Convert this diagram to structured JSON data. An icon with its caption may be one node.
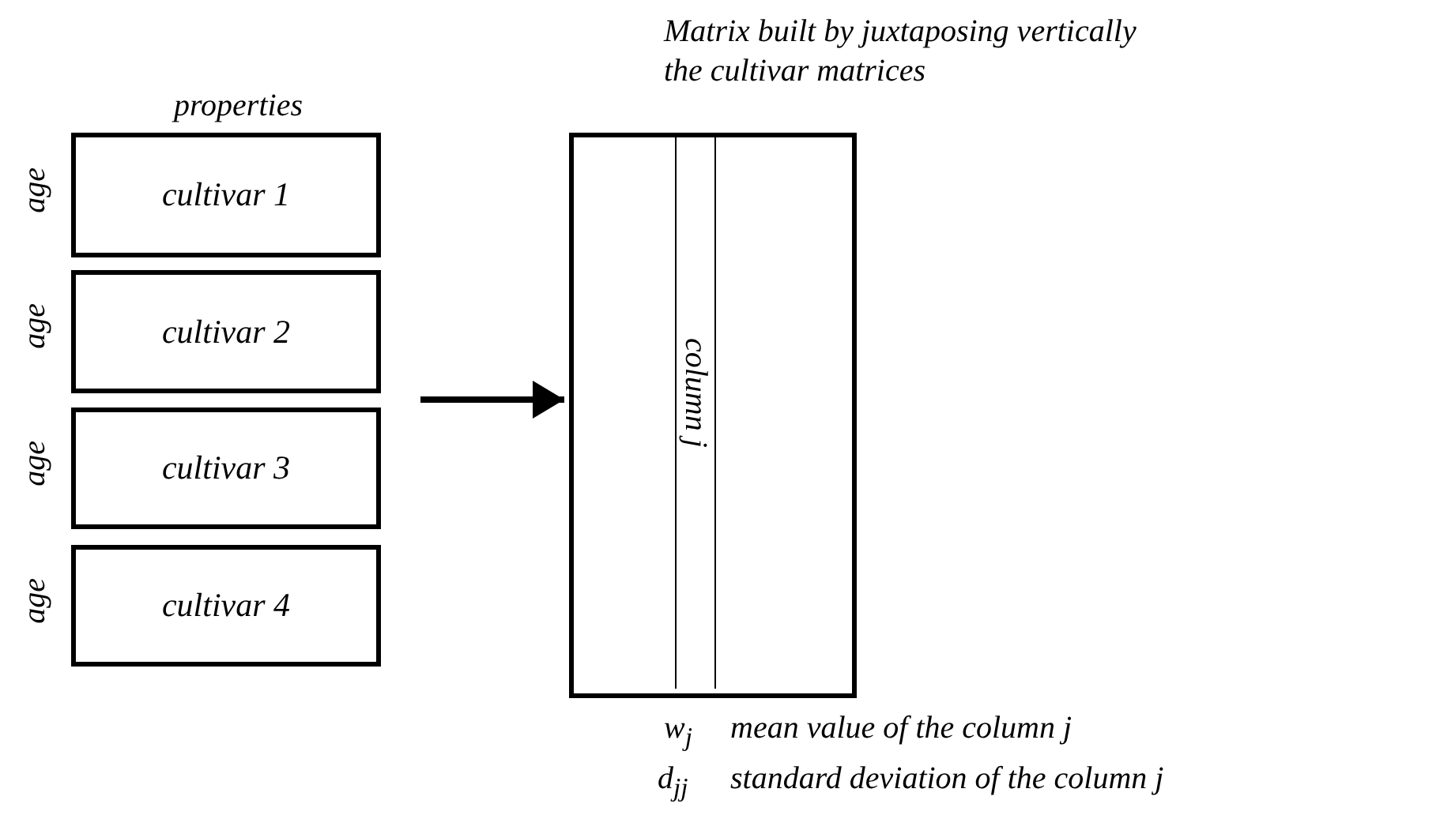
{
  "diagram": {
    "nodes": [
      {
        "text": [
          "cultivar 1"
        ],
        "beside": [
          "age"
        ]
      },
      {
        "text": [
          "cultivar 2"
        ],
        "beside": [
          "age"
        ]
      },
      {
        "text": [
          "cultivar 3"
        ],
        "beside": [
          "age"
        ]
      },
      {
        "text": [
          "cultivar 4"
        ],
        "beside": [
          "age"
        ]
      },
      {
        "text": [
          "Matrix built by juxtaposing vertically the cultivar matrices"
        ]
      },
      {
        "text": [
          "column j"
        ],
        "in": 4
      }
    ],
    "edges": [
      {
        "from": null,
        "to": 4,
        "arrow": "to"
      }
    ],
    "labels": [
      "properties",
      "w$_{j}$",
      "mean value of the column j",
      "d$_{jj}$",
      "standard deviation of the column j"
    ]
  }
}
